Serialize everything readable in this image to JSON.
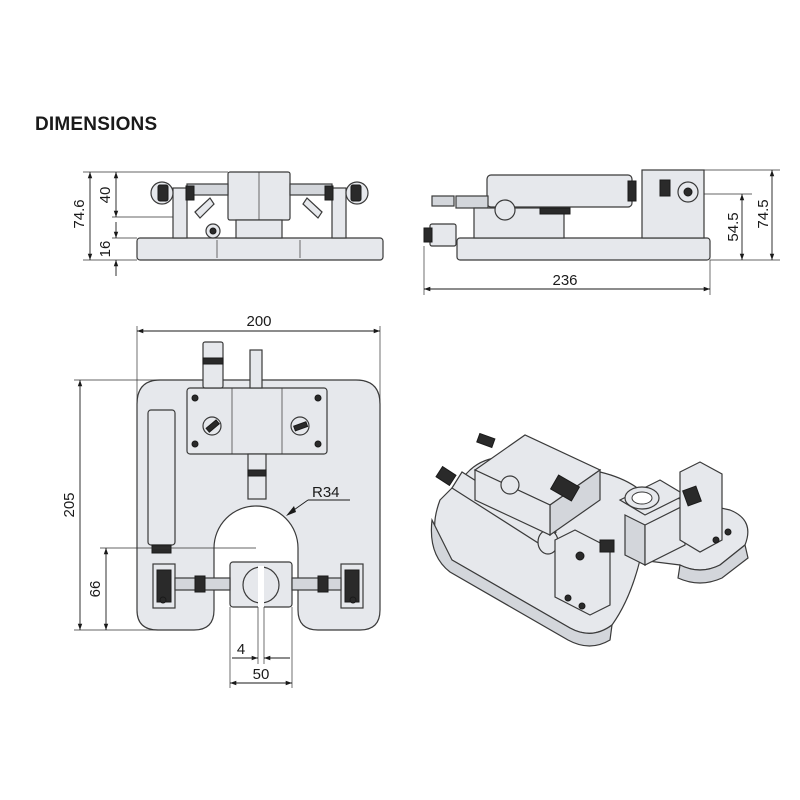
{
  "title": "DIMENSIONS",
  "dimensions": {
    "front_total_height": "74.6",
    "front_upper_height": "40",
    "front_base_height": "16",
    "side_height_inner": "54.5",
    "side_height_total": "74.5",
    "side_width": "236",
    "top_width": "200",
    "top_height": "205",
    "top_cutout_radius": "R34",
    "top_lower_height": "66",
    "top_slot_width": "4",
    "top_clamp_width": "50"
  }
}
